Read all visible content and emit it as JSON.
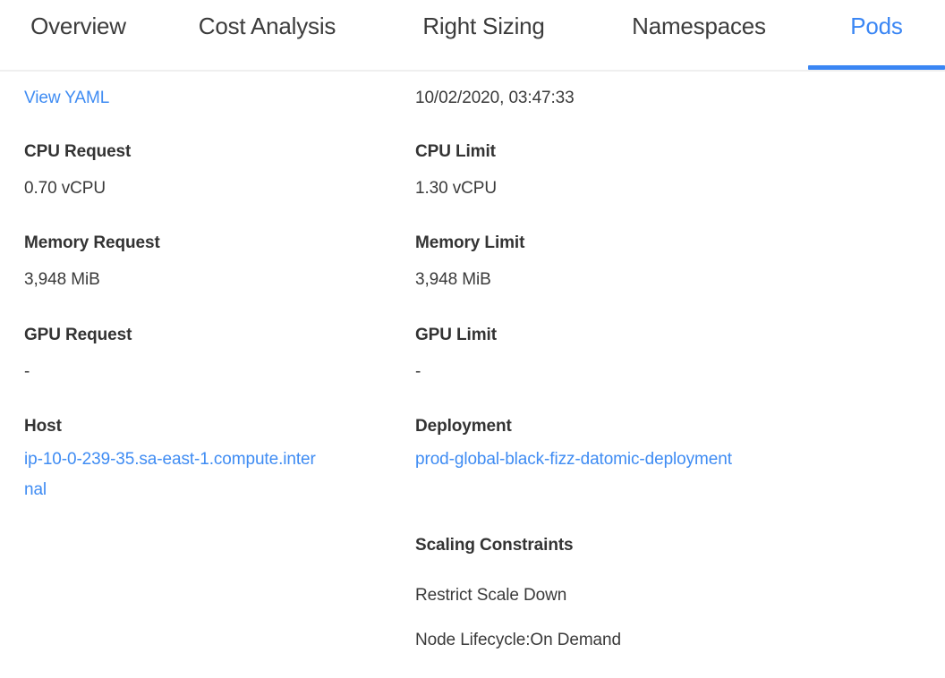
{
  "tabs": [
    {
      "id": "overview",
      "label": "Overview",
      "active": false
    },
    {
      "id": "cost-analysis",
      "label": "Cost Analysis",
      "active": false
    },
    {
      "id": "right-sizing",
      "label": "Right Sizing",
      "active": false
    },
    {
      "id": "namespaces",
      "label": "Namespaces",
      "active": false
    },
    {
      "id": "pods",
      "label": "Pods",
      "active": true
    }
  ],
  "colors": {
    "accent": "#3a86f4",
    "link": "#3f8cf3",
    "label": "#333333",
    "value": "#3a3a3a",
    "tab_inactive": "#3c3c3c",
    "divider": "#efefef",
    "background": "#ffffff"
  },
  "details": {
    "view_yaml_link": "View YAML",
    "timestamp": "10/02/2020, 03:47:33",
    "cpu_request": {
      "label": "CPU Request",
      "value": "0.70 vCPU"
    },
    "cpu_limit": {
      "label": "CPU Limit",
      "value": "1.30 vCPU"
    },
    "memory_request": {
      "label": "Memory Request",
      "value": "3,948 MiB"
    },
    "memory_limit": {
      "label": "Memory Limit",
      "value": "3,948 MiB"
    },
    "gpu_request": {
      "label": "GPU Request",
      "value": "-"
    },
    "gpu_limit": {
      "label": "GPU Limit",
      "value": "-"
    },
    "host": {
      "label": "Host",
      "value": "ip-10-0-239-35.sa-east-1.compute.internal"
    },
    "deployment": {
      "label": "Deployment",
      "value": "prod-global-black-fizz-datomic-deployment"
    },
    "scaling_constraints": {
      "title": "Scaling Constraints",
      "items": [
        "Restrict Scale Down",
        "Node Lifecycle:On Demand"
      ]
    }
  }
}
